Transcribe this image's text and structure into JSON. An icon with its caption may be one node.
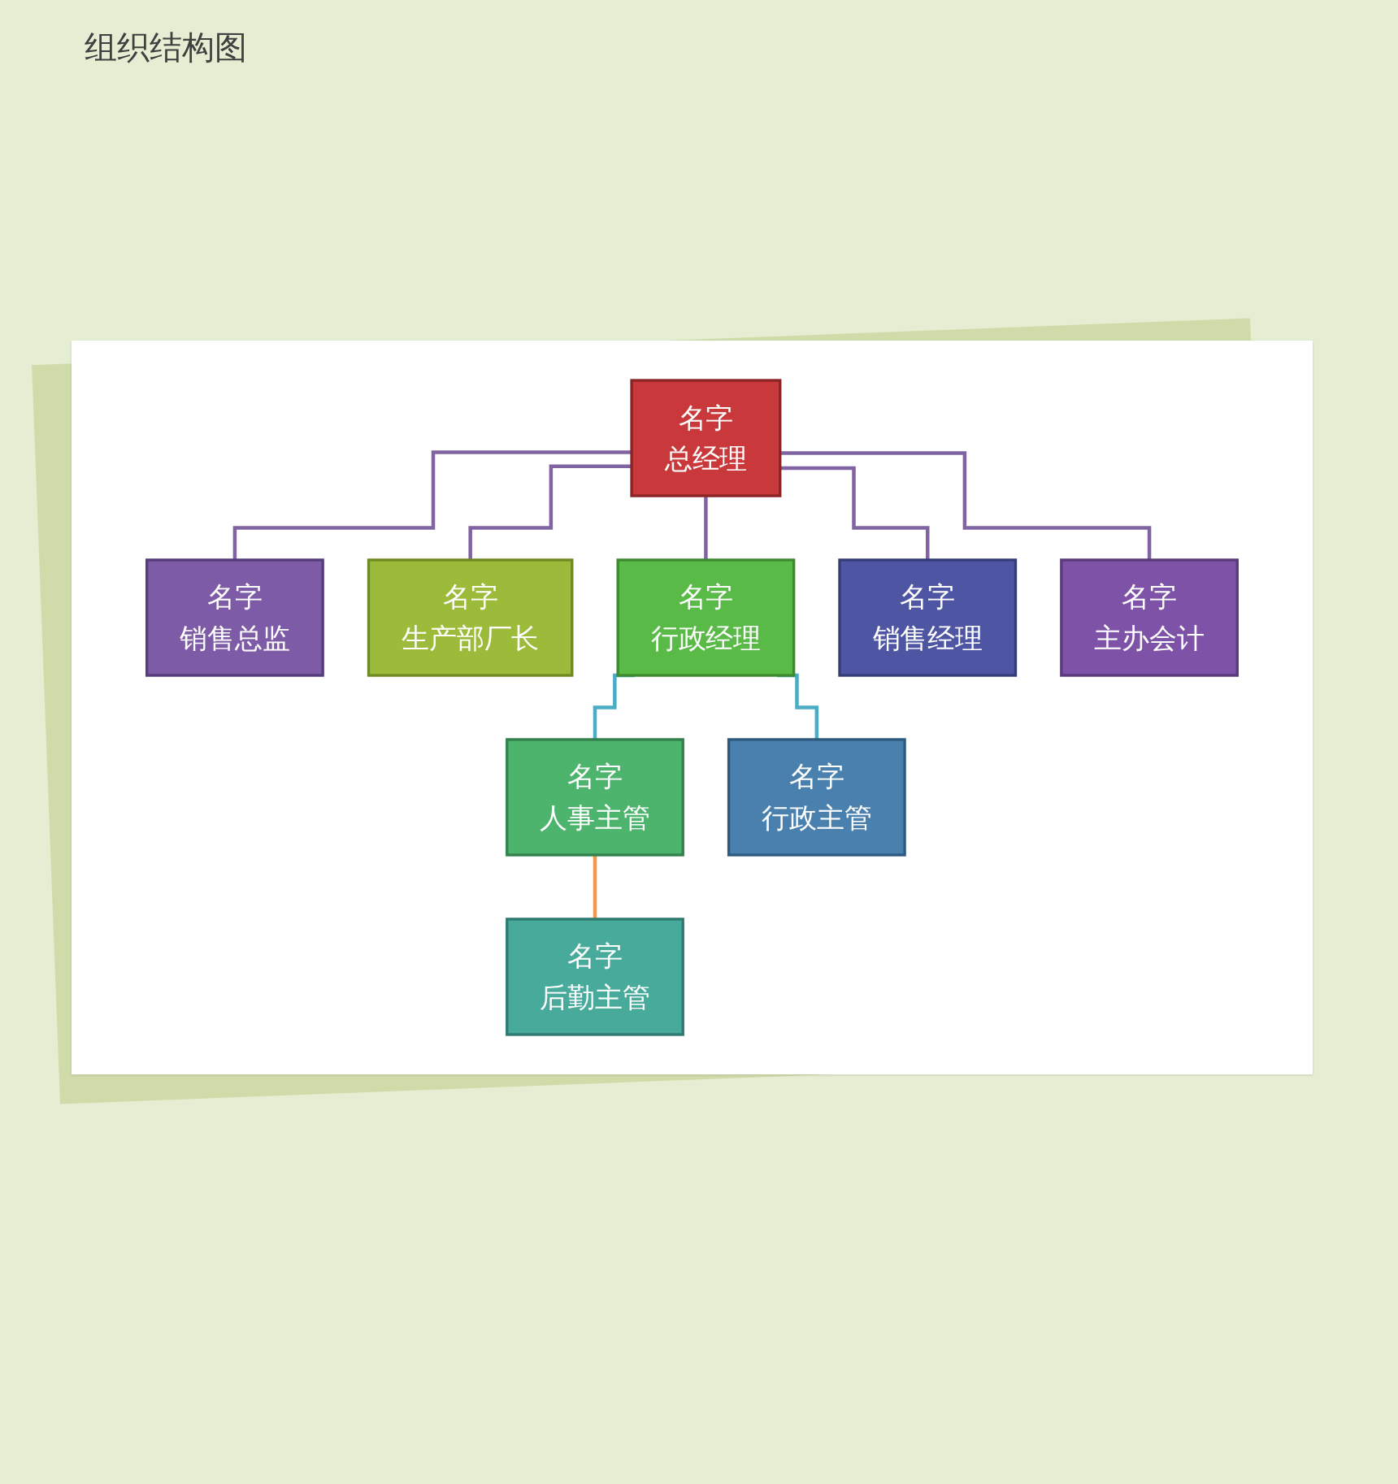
{
  "diagram": {
    "title": "组织结构图",
    "nodes": [
      {
        "text": [
          "名字",
          "总经理"
        ]
      },
      {
        "text": [
          "名字",
          "销售总监"
        ]
      },
      {
        "text": [
          "名字",
          "生产部厂长"
        ]
      },
      {
        "text": [
          "名字",
          "行政经理"
        ]
      },
      {
        "text": [
          "名字",
          "销售经理"
        ]
      },
      {
        "text": [
          "名字",
          "主办会计"
        ]
      },
      {
        "text": [
          "名字",
          "人事主管"
        ]
      },
      {
        "text": [
          "名字",
          "行政主管"
        ]
      },
      {
        "text": [
          "名字",
          "后勤主管"
        ]
      }
    ],
    "edges": [
      {
        "from": 0,
        "to": 1,
        "arrow": "none"
      },
      {
        "from": 0,
        "to": 2,
        "arrow": "none"
      },
      {
        "from": 0,
        "to": 3,
        "arrow": "none"
      },
      {
        "from": 0,
        "to": 4,
        "arrow": "none"
      },
      {
        "from": 0,
        "to": 5,
        "arrow": "none"
      },
      {
        "from": 3,
        "to": 6,
        "arrow": "none",
        "color": "#4bacc6"
      },
      {
        "from": 3,
        "to": 7,
        "arrow": "none",
        "color": "#4bacc6"
      },
      {
        "from": 6,
        "to": 8,
        "arrow": "none",
        "color": "#f79646"
      }
    ]
  }
}
